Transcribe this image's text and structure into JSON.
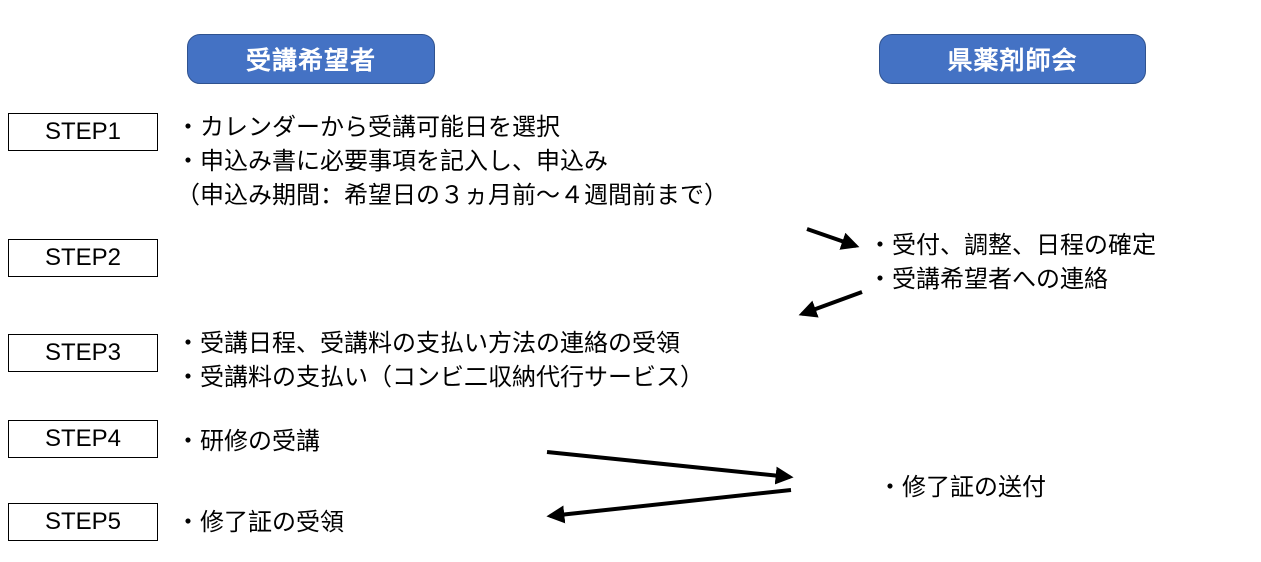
{
  "colors": {
    "header_fill": "#4472c4",
    "header_border": "#2f528f",
    "text": "#000000",
    "box_border": "#000000"
  },
  "headers": {
    "applicant": "受講希望者",
    "association": "県薬剤師会"
  },
  "steps": [
    "STEP1",
    "STEP2",
    "STEP3",
    "STEP4",
    "STEP5"
  ],
  "applicant_actions": {
    "step1": [
      "・カレンダーから受講可能日を選択",
      "・申込み書に必要事項を記入し、申込み",
      "（申込み期間：希望日の３ヵ月前～４週間前まで）"
    ],
    "step3": [
      "・受講日程、受講料の支払い方法の連絡の受領",
      "・受講料の支払い（コンビ二収納代行サービス）"
    ],
    "step4": [
      "・研修の受講"
    ],
    "step5": [
      "・修了証の受領"
    ]
  },
  "association_actions": {
    "step2": [
      "・受付、調整、日程の確定",
      "・受講希望者への連絡"
    ],
    "step4_5": [
      "・修了証の送付"
    ]
  }
}
